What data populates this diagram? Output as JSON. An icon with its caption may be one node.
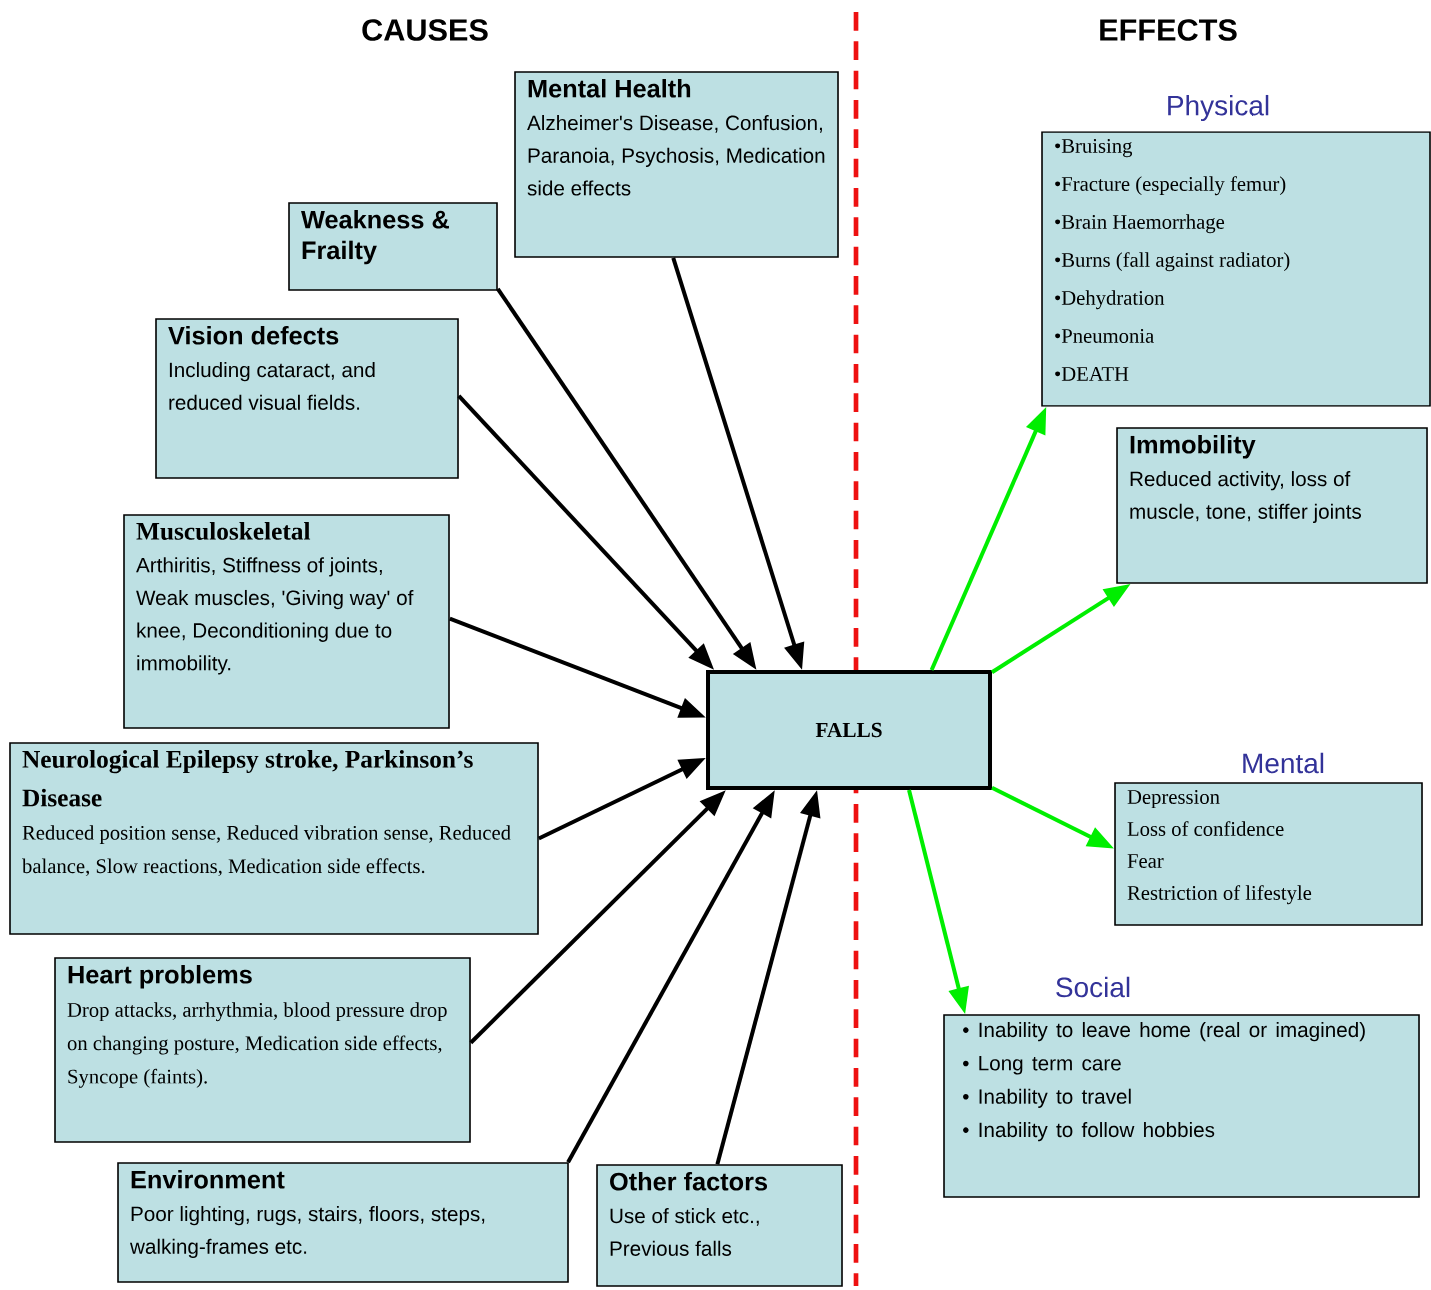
{
  "diagram": {
    "nodes": [
      {
        "text": [
          "Mental Health",
          "Alzheimer's Disease, Confusion, Paranoia, Psychosis, Medication side effects"
        ]
      },
      {
        "text": [
          "Weakness & Frailty"
        ]
      },
      {
        "text": [
          "Vision defects",
          "Including cataract, and reduced visual fields."
        ]
      },
      {
        "text": [
          "Musculoskeletal",
          "Arthiritis, Stiffness of joints, Weak muscles, 'Giving way' of knee, Deconditioning due to immobility."
        ]
      },
      {
        "text": [
          "Neurological Epilepsy stroke, Parkinson’s Disease",
          "Reduced position sense, Reduced vibration sense, Reduced balance, Slow reactions, Medication side effects."
        ]
      },
      {
        "text": [
          "Heart problems",
          "Drop attacks, arrhythmia, blood pressure drop on changing posture, Medication side effects, Syncope (faints)."
        ]
      },
      {
        "text": [
          "Environment",
          "Poor lighting, rugs, stairs, floors, steps, walking-frames etc."
        ]
      },
      {
        "text": [
          "Other factors",
          "Use of stick etc., Previous falls"
        ]
      },
      {
        "text": [
          "FALLS"
        ]
      },
      {
        "text": [
          "Physical",
          "•Bruising",
          "•Fracture (especially femur)",
          "•Brain Haemorrhage",
          "•Burns (fall against radiator)",
          "•Dehydration",
          "•Pneumonia",
          "•DEATH"
        ]
      },
      {
        "text": [
          "Immobility",
          "Reduced activity, loss of muscle, tone, stiffer joints"
        ]
      },
      {
        "text": [
          "Mental",
          "Depression",
          "Loss of confidence",
          "Fear",
          "Restriction of lifestyle"
        ]
      },
      {
        "text": [
          "Social",
          "• Inability to leave home (real or imagined)",
          "• Long term care",
          "• Inability to travel",
          "• Inability to follow hobbies"
        ]
      }
    ],
    "edges": [
      {
        "from": 0,
        "to": 8,
        "arrow": "to"
      },
      {
        "from": 1,
        "to": 8,
        "arrow": "to"
      },
      {
        "from": 2,
        "to": 8,
        "arrow": "to"
      },
      {
        "from": 3,
        "to": 8,
        "arrow": "to"
      },
      {
        "from": 4,
        "to": 8,
        "arrow": "to"
      },
      {
        "from": 5,
        "to": 8,
        "arrow": "to"
      },
      {
        "from": 6,
        "to": 8,
        "arrow": "to"
      },
      {
        "from": 7,
        "to": 8,
        "arrow": "to"
      },
      {
        "from": 8,
        "to": 9,
        "arrow": "to",
        "color": "#00ee00"
      },
      {
        "from": 8,
        "to": 10,
        "arrow": "to",
        "color": "#00ee00"
      },
      {
        "from": 8,
        "to": 11,
        "arrow": "to",
        "color": "#00ee00"
      },
      {
        "from": 8,
        "to": 12,
        "arrow": "to",
        "color": "#00ee00"
      }
    ],
    "labels": [
      "CAUSES",
      "EFFECTS"
    ]
  }
}
